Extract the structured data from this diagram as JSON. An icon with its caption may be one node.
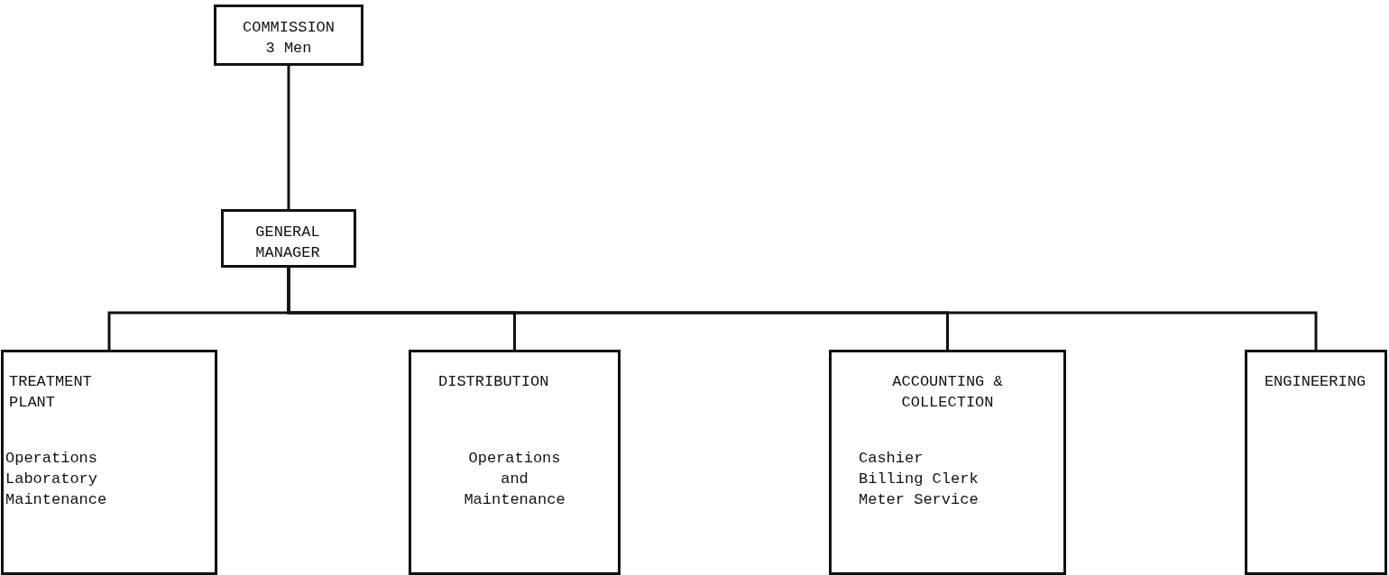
{
  "diagram": {
    "nodes": [
      {
        "text": [
          "COMMISSION 3 Men"
        ]
      },
      {
        "text": [
          "GENERAL MANAGER"
        ]
      },
      {
        "text": [
          "TREATMENT PLANT",
          "Operations Laboratory Maintenance"
        ]
      },
      {
        "text": [
          "DISTRIBUTION",
          "Operations and Maintenance"
        ]
      },
      {
        "text": [
          "ACCOUNTING & COLLECTION",
          "Cashier Billing Clerk Meter Service"
        ]
      },
      {
        "text": [
          "ENGINEERING"
        ]
      }
    ],
    "edges": [
      {
        "from": 0,
        "to": 1,
        "arrow": "none"
      },
      {
        "from": 1,
        "to": 2,
        "arrow": "none"
      },
      {
        "from": 1,
        "to": 3,
        "arrow": "none"
      },
      {
        "from": 1,
        "to": 4,
        "arrow": "none"
      },
      {
        "from": 1,
        "to": 5,
        "arrow": "none"
      }
    ]
  }
}
